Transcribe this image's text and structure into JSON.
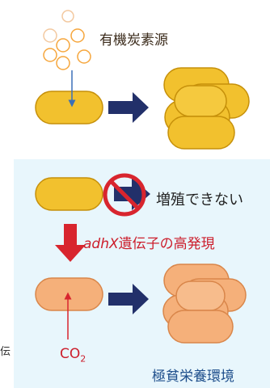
{
  "labels": {
    "carbon_source": "有機炭素源",
    "no_growth": "増殖できない",
    "gene_name": "adhX",
    "gene_expression_suffix": "遺伝子の高発現",
    "co2_main": "CO",
    "co2_subscript": "2",
    "environment": "極貧栄養環境",
    "side_char": "伝"
  },
  "colors": {
    "cell_yellow": "#f2c12e",
    "cell_yellow_edge": "#c6900a",
    "cell_orange": "#f5b07a",
    "cell_orange_edge": "#d9864a",
    "dot_orange": "#f6a63c",
    "arrow_navy": "#22306a",
    "arrow_red": "#d8252e",
    "panel_bg": "#e8f6fc",
    "env_text": "#1e4f8c",
    "red_text": "#cc1e2c"
  },
  "icons": [
    "carbon-dots-icon",
    "down-arrow-icon",
    "right-arrow-icon",
    "prohibition-icon",
    "red-down-arrow-icon",
    "co2-up-arrow-icon"
  ]
}
